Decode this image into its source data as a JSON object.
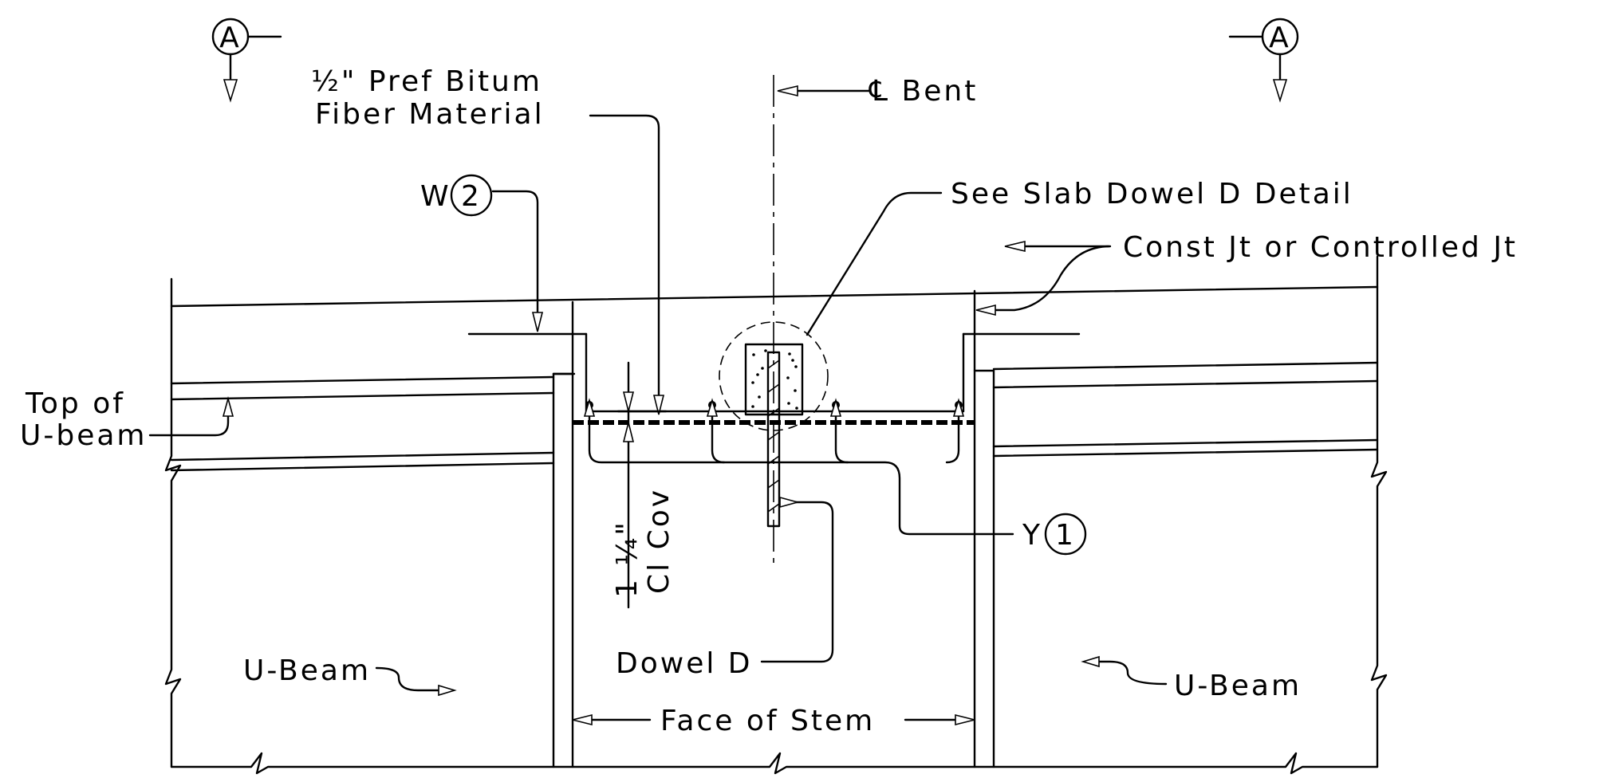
{
  "labels": {
    "section_mark_left": "A",
    "section_mark_right": "A",
    "fiber_material_line1": "½\" Pref Bitum",
    "fiber_material_line2": "Fiber Material",
    "centerline_bent": "℄ Bent",
    "w_prefix": "W",
    "w_number": "2",
    "slab_dowel_detail": "See Slab Dowel D Detail",
    "const_joint": "Const Jt or Controlled Jt",
    "top_of_ubeam_line1": "Top of",
    "top_of_ubeam_line2": "U-beam",
    "y_prefix": "Y",
    "y_number": "1",
    "clear_cover_value": "1 ¼\"",
    "clear_cover_text": "Cl Cov",
    "u_beam_left": "U-Beam",
    "u_beam_right": "U-Beam",
    "dowel_d": "Dowel D",
    "face_of_stem": "Face of Stem"
  },
  "colors": {
    "line": "#000000",
    "background": "#ffffff"
  }
}
